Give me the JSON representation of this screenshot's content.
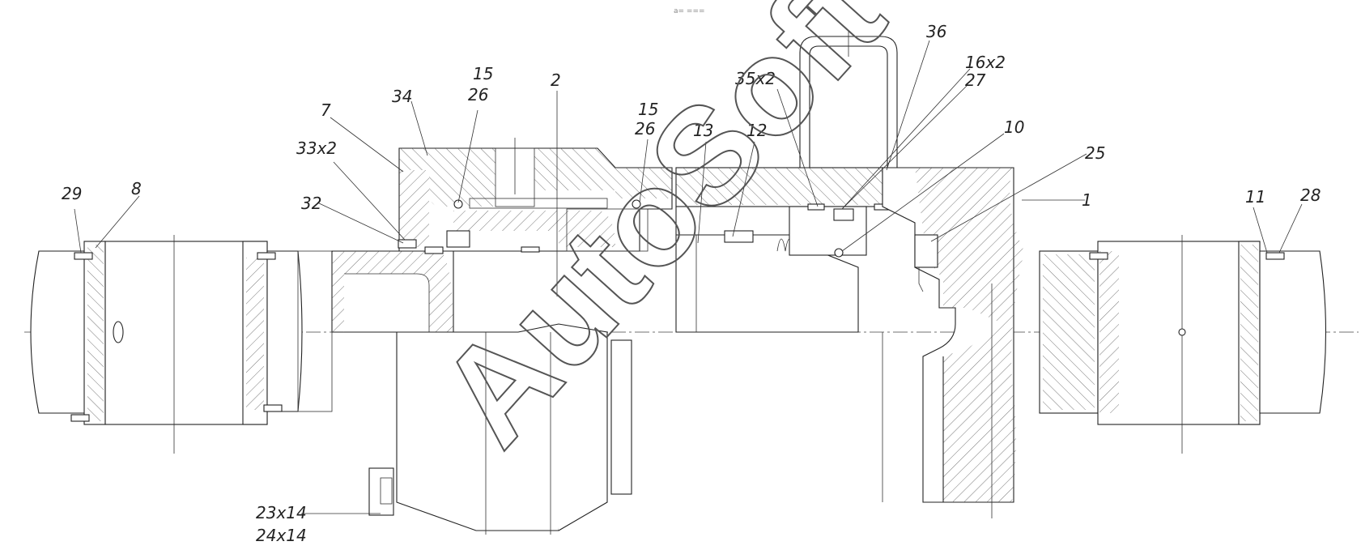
{
  "watermark": "AutoSoft",
  "header_mark": "a= ===",
  "callouts": {
    "c29": "29",
    "c8": "8",
    "c32": "32",
    "c33x2": "33x2",
    "c7": "7",
    "c34": "34",
    "c15a": "15",
    "c26a": "26",
    "c2": "2",
    "c15b": "15",
    "c26b": "26",
    "c13": "13",
    "c12": "12",
    "c35x2": "35x2",
    "c36": "36",
    "c16x2": "16x2",
    "c27": "27",
    "c10": "10",
    "c25": "25",
    "c1": "1",
    "c11": "11",
    "c28": "28",
    "c23x14": "23x14",
    "c24x14": "24x14"
  },
  "colors": {
    "line": "#222222",
    "hatch": "#555555",
    "background": "#ffffff"
  }
}
